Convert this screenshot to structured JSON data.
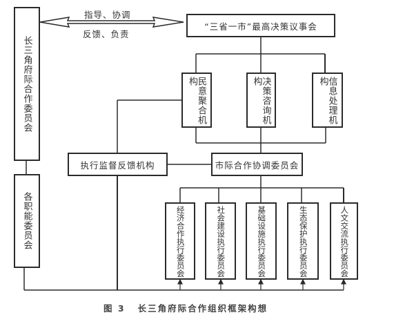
{
  "diagram": {
    "caption": {
      "figure": "图 3",
      "title": "长三角府际合作组织框架构想"
    },
    "arrow_labels": {
      "top": "指导、协调",
      "bottom": "反馈、负责"
    },
    "left_column": {
      "main": "长三角府际合作委员会",
      "functional": "各职能委员会"
    },
    "top_council": "“三省一市”最高决策议事会",
    "support_bodies": [
      {
        "name": "民意聚合机构"
      },
      {
        "name": "决策咨询机构"
      },
      {
        "name": "信息处理机构"
      }
    ],
    "supervision": "执行监督反馈机构",
    "coordination": "市际合作协调委员会",
    "executive_committees": [
      {
        "name": "经济合作执行委员会"
      },
      {
        "name": "社会建设执行委员会"
      },
      {
        "name": "基础设施执行委员会"
      },
      {
        "name": "生态保护执行委员会"
      },
      {
        "name": "人文交流执行委员会"
      }
    ],
    "colors": {
      "line": "#2a2a2a",
      "text": "#333333",
      "background": "#ffffff"
    }
  }
}
